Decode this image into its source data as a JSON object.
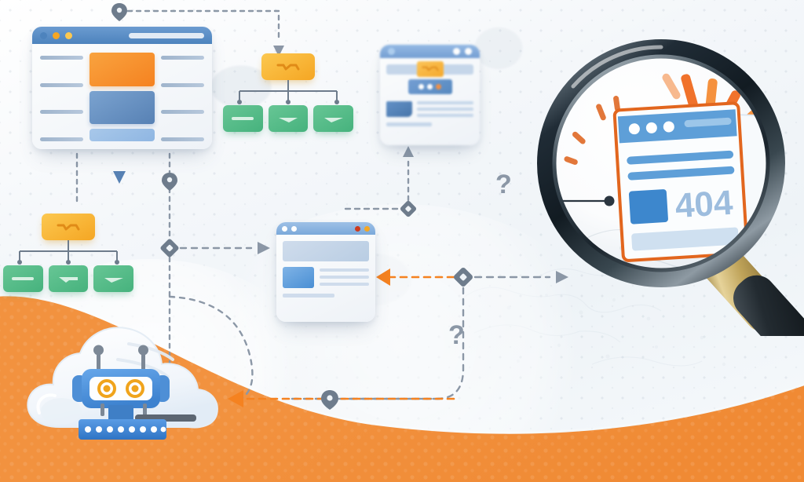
{
  "scene": {
    "title": "Website crawl and 404 error discovery illustration",
    "palette": {
      "orange": "#f58220",
      "orange_light": "#fcc850",
      "blue": "#4d83bd",
      "blue_light": "#8fb6e2",
      "green": "#46b27d",
      "gray_connector": "#8b97a6",
      "background": "#eef3f7",
      "swoosh": "#f5913e"
    },
    "background": {
      "pattern": "halftone-dot-grid",
      "bottom_band": "orange-curved-swoosh",
      "world_map_watermark": "visible"
    }
  },
  "main_window": {
    "name": "Website homepage mockup",
    "titlebar_dots": [
      "#4d83bd",
      "#f5a623",
      "#fcc850"
    ],
    "urlbar_value": "",
    "content_blocks": [
      {
        "type": "hero-banner",
        "color": "#f58220"
      },
      {
        "type": "content-block",
        "color": "#5781b4"
      },
      {
        "type": "content-block-small",
        "color": "#8fb6e2"
      }
    ],
    "text_lines_left": 4,
    "text_lines_right": 4
  },
  "blurred_window": {
    "name": "Secondary page mockup (out of focus)",
    "titlebar_dots": [
      "#ffffff",
      "#ffffff"
    ],
    "tag_color": "#f5a623",
    "toolbar_dots": [
      "#ffffff",
      "#ffffff",
      "#f08a3c"
    ]
  },
  "center_window": {
    "name": "Landing page mockup",
    "titlebar_dots": [
      "#ffffff",
      "#ffffff",
      "#cc3b1e",
      "#f5a623"
    ],
    "hero": "image-placeholder",
    "text_lines": 3
  },
  "sitemap_top": {
    "name": "Sitemap tree (top)",
    "parent_label": "",
    "children_labels": [
      "",
      "",
      ""
    ],
    "child_count": 3
  },
  "sitemap_left": {
    "name": "Sitemap tree (left)",
    "parent_label": "",
    "children_labels": [
      "",
      "",
      ""
    ],
    "child_count": 3
  },
  "magnifier": {
    "name": "Magnifying glass inspecting a broken page",
    "lens_rim_color": "#1d2b36",
    "handle_ferrule_color": "#c8a75a",
    "handle_grip_color": "#2b3136",
    "error_code": "404",
    "error_page_border": "#e2661e",
    "burst_color": "#f0722b",
    "pages_behind": 2
  },
  "robot": {
    "name": "Crawler bot in cloud",
    "eye_color": "#f5a623",
    "body_color": "#4a90e2",
    "cloud_color": "#ffffff",
    "antennae": 2,
    "base_lights": 8
  },
  "annotations": {
    "question_marks": [
      "?",
      "?"
    ]
  },
  "connectors": {
    "count": 12,
    "style": "dashed",
    "gray": "#8b97a6",
    "orange": "#f58220",
    "node_shapes": [
      "diamond",
      "pin",
      "arrow"
    ]
  }
}
